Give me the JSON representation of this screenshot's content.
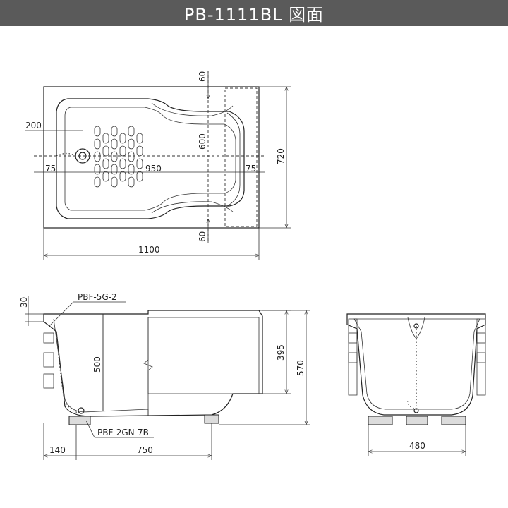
{
  "title": "PB-1111BL 図面",
  "plan_view": {
    "dim_top_60": "60",
    "dim_600": "600",
    "dim_bottom_60": "60",
    "dim_720": "720",
    "dim_200": "200",
    "dim_75_left": "75",
    "dim_950": "950",
    "dim_75_right": "75",
    "dim_1100": "1100"
  },
  "side_view": {
    "dim_30": "30",
    "part_top": "PBF-5G-2",
    "dim_500": "500",
    "dim_395": "395",
    "dim_570": "570",
    "part_bottom": "PBF-2GN-7B",
    "dim_140": "140",
    "dim_750": "750"
  },
  "end_view": {
    "dim_480": "480"
  },
  "colors": {
    "title_bar": "#5a5a5a",
    "title_text": "#ffffff",
    "line": "#222222",
    "fill_gray": "#dcdcdc"
  }
}
